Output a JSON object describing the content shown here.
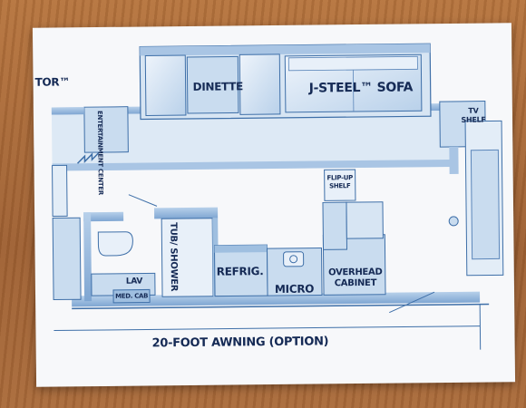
{
  "plan": {
    "header_fragment": "TOR™",
    "labels": {
      "dinette": "DINETTE",
      "sofa": "J-STEEL™ SOFA",
      "tv_shelf_line1": "TV",
      "tv_shelf_line2": "SHELF",
      "entertainment_center_line1": "ENTERTAINMENT",
      "entertainment_center_line2": "CENTER",
      "flip_up_shelf_line1": "FLIP-UP",
      "flip_up_shelf_line2": "SHELF",
      "tub_shower_line1": "TUB/",
      "tub_shower_line2": "SHOWER",
      "refrig": "REFRIG.",
      "micro": "MICRO",
      "overhead_cabinet_line1": "OVERHEAD",
      "overhead_cabinet_line2": "CABINET",
      "lav": "LAV",
      "med_cab": "MED. CAB",
      "awning": "20-FOOT AWNING (OPTION)"
    },
    "colors": {
      "line": "#3e6fa8",
      "fill": "#c9dcef",
      "fill_dark": "#9fbfe0",
      "text": "#152a55",
      "paper": "#f7f8fa"
    }
  }
}
